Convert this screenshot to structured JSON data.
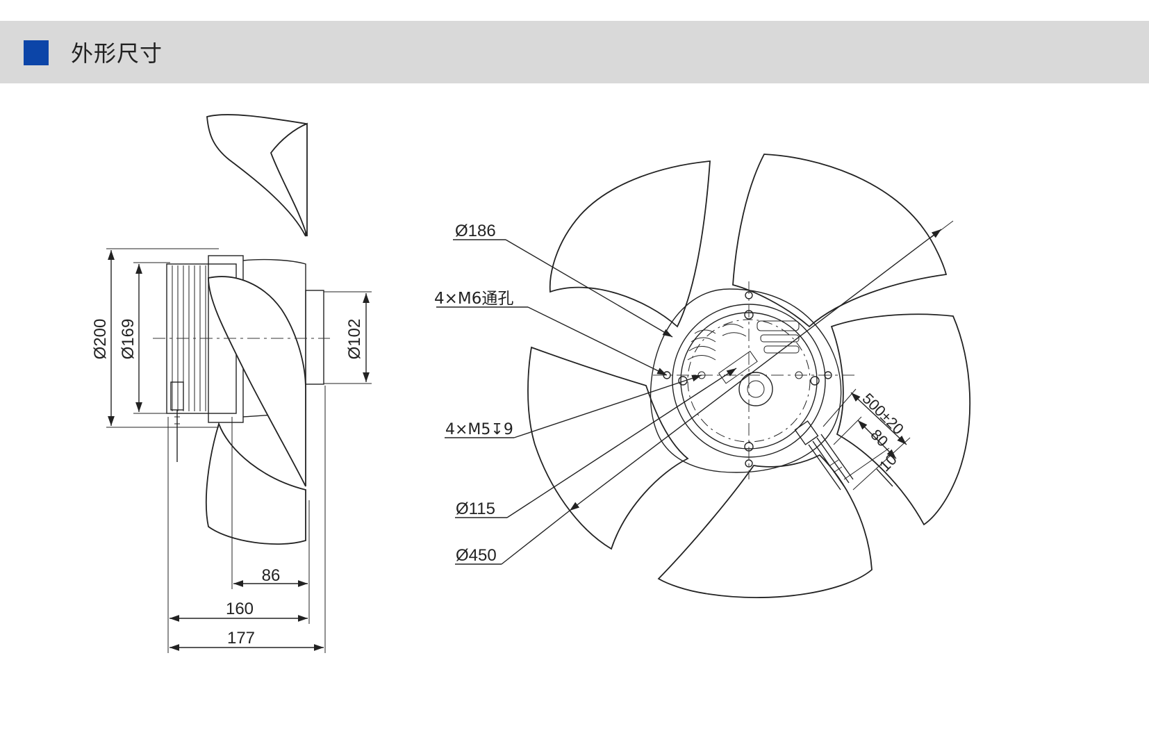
{
  "header": {
    "title": "外形尺寸",
    "accent_color": "#0c45a8",
    "bar_color": "#d9d9d9"
  },
  "side_view": {
    "diameters": {
      "d200": "Ø200",
      "d169": "Ø169",
      "d102": "Ø102"
    },
    "lengths": {
      "l86": "86",
      "l160": "160",
      "l177": "177"
    }
  },
  "front_view": {
    "labels": {
      "d186": "Ø186",
      "m6_holes": "4×M6通孔",
      "m5_holes": "4×M5↧9",
      "d115": "Ø115",
      "d450": "Ø450",
      "cable_500": "500±20",
      "cable_80": "80",
      "cable_10": "10"
    }
  }
}
